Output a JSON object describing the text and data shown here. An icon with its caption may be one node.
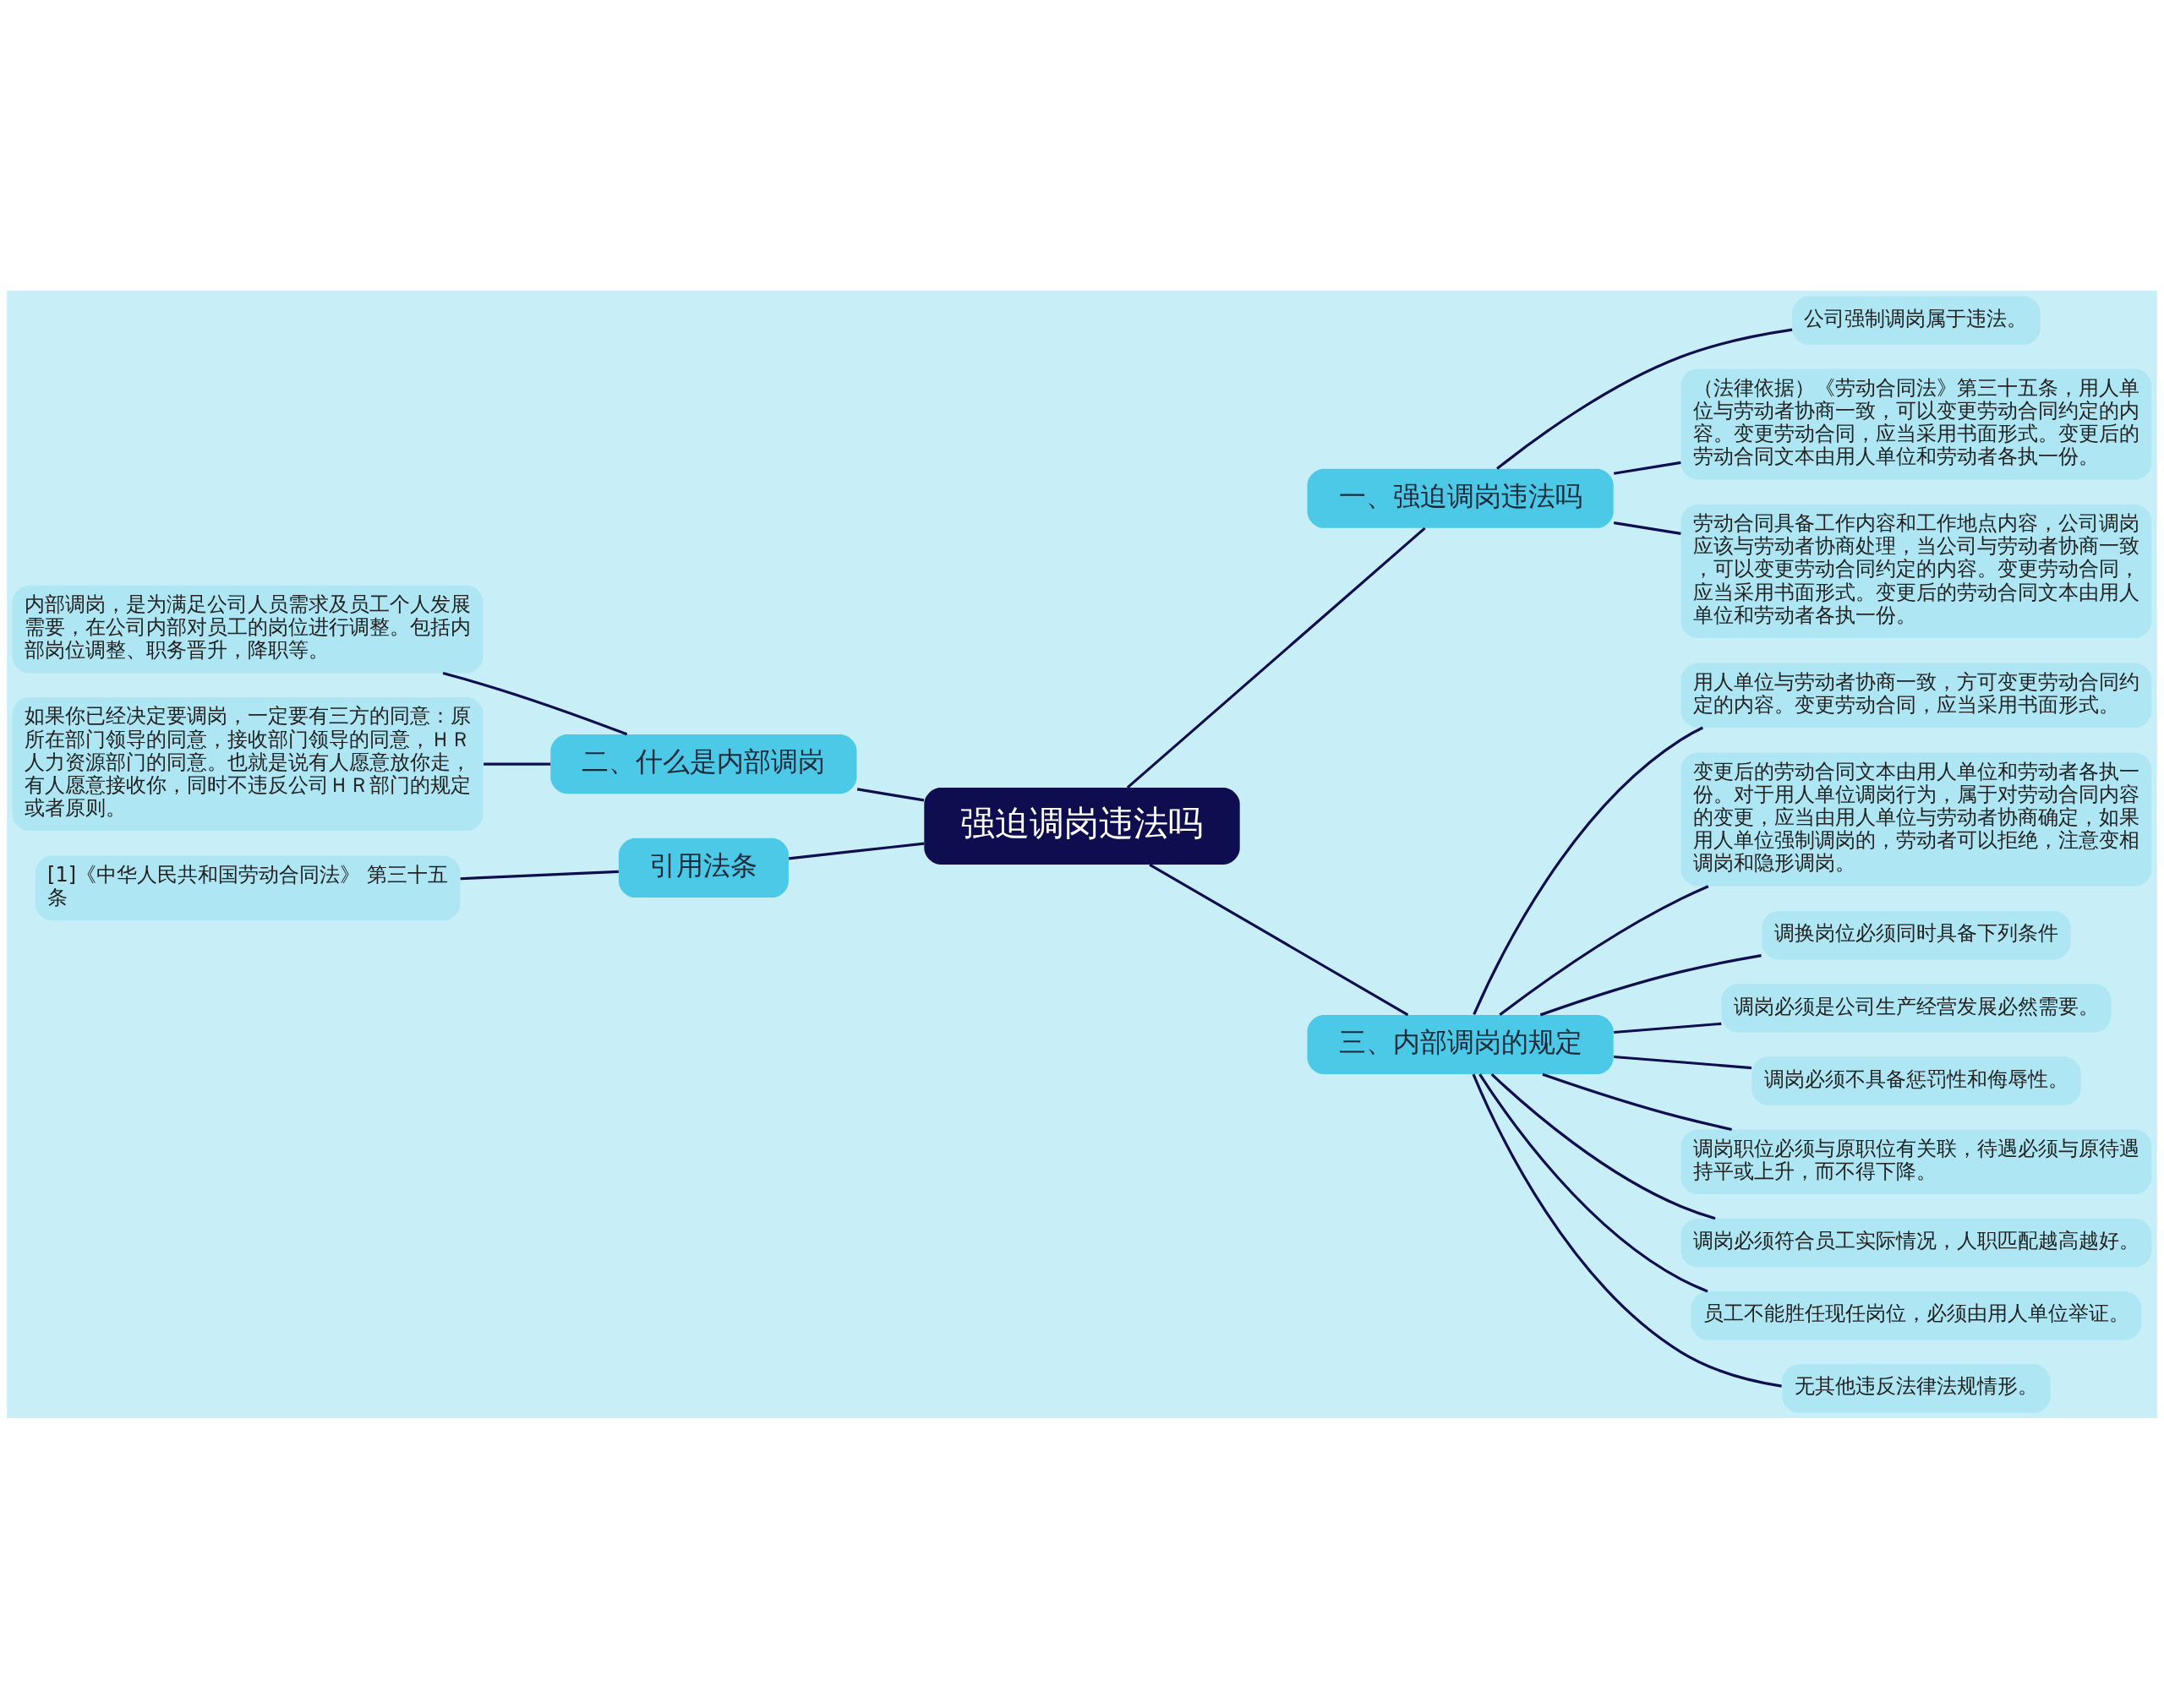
{
  "diagram": {
    "nodes": [
      {
        "text": [
          "强迫调岗违法吗"
        ]
      },
      {
        "text": [
          "一、强迫调岗违法吗"
        ]
      },
      {
        "text": [
          "公司强制调岗属于违法。"
        ]
      },
      {
        "text": [
          "（法律依据）《劳动合同法》第三十五条，用人单位与劳动者协商一致，可以变更劳动合同约定的内容。变更劳动合同，应当采用书面形式。变更后的劳动合同文本由用人单位和劳动者各执一份。"
        ]
      },
      {
        "text": [
          "劳动合同具备工作内容和工作地点内容，公司调岗应该与劳动者协商处理，当公司与劳动者协商一致，可以变更劳动合同约定的内容。变更劳动合同，应当采用书面形式。变更后的劳动合同文本由用人单位和劳动者各执一份。"
        ]
      },
      {
        "text": [
          "二、什么是内部调岗"
        ]
      },
      {
        "text": [
          "内部调岗，是为满足公司人员需求及员工个人发展需要，在公司内部对员工的岗位进行调整。包括内部岗位调整、职务晋升，降职等。"
        ]
      },
      {
        "text": [
          "如果你已经决定要调岗，一定要有三方的同意：原所在部门领导的同意，接收部门领导的同意，ＨＲ人力资源部门的同意。也就是说有人愿意放你走，有人愿意接收你，同时不违反公司ＨＲ部门的规定或者原则。"
        ]
      },
      {
        "text": [
          "引用法条"
        ]
      },
      {
        "text": [
          "[1]《中华人民共和国劳动合同法》 第三十五条"
        ]
      },
      {
        "text": [
          "三、内部调岗的规定"
        ]
      },
      {
        "text": [
          "用人单位与劳动者协商一致，方可变更劳动合同约定的内容。变更劳动合同，应当采用书面形式。"
        ]
      },
      {
        "text": [
          "变更后的劳动合同文本由用人单位和劳动者各执一份。对于用人单位调岗行为，属于对劳动合同内容的变更，应当由用人单位与劳动者协商确定，如果用人单位强制调岗的，劳动者可以拒绝，注意变相调岗和隐形调岗。"
        ]
      },
      {
        "text": [
          "调换岗位必须同时具备下列条件"
        ]
      },
      {
        "text": [
          "调岗必须是公司生产经营发展必然需要。"
        ]
      },
      {
        "text": [
          "调岗必须不具备惩罚性和侮辱性。"
        ]
      },
      {
        "text": [
          "调岗职位必须与原职位有关联，待遇必须与原待遇持平或上升，而不得下降。"
        ]
      },
      {
        "text": [
          "调岗必须符合员工实际情况，人职匹配越高越好。"
        ]
      },
      {
        "text": [
          "员工不能胜任现任岗位，必须由用人单位举证。"
        ]
      },
      {
        "text": [
          "无其他违反法律法规情形。"
        ]
      }
    ],
    "edges": [
      {
        "from": 0,
        "to": 1,
        "arrow": "none"
      },
      {
        "from": 1,
        "to": 2,
        "arrow": "none"
      },
      {
        "from": 1,
        "to": 3,
        "arrow": "none"
      },
      {
        "from": 1,
        "to": 4,
        "arrow": "none"
      },
      {
        "from": 0,
        "to": 5,
        "arrow": "none"
      },
      {
        "from": 5,
        "to": 6,
        "arrow": "none"
      },
      {
        "from": 5,
        "to": 7,
        "arrow": "none"
      },
      {
        "from": 0,
        "to": 8,
        "arrow": "none"
      },
      {
        "from": 8,
        "to": 9,
        "arrow": "none"
      },
      {
        "from": 0,
        "to": 10,
        "arrow": "none"
      },
      {
        "from": 10,
        "to": 11,
        "arrow": "none"
      },
      {
        "from": 10,
        "to": 12,
        "arrow": "none"
      },
      {
        "from": 10,
        "to": 13,
        "arrow": "none"
      },
      {
        "from": 10,
        "to": 14,
        "arrow": "none"
      },
      {
        "from": 10,
        "to": 15,
        "arrow": "none"
      },
      {
        "from": 10,
        "to": 16,
        "arrow": "none"
      },
      {
        "from": 10,
        "to": 17,
        "arrow": "none"
      },
      {
        "from": 10,
        "to": 18,
        "arrow": "none"
      },
      {
        "from": 10,
        "to": 19,
        "arrow": "none"
      }
    ]
  }
}
